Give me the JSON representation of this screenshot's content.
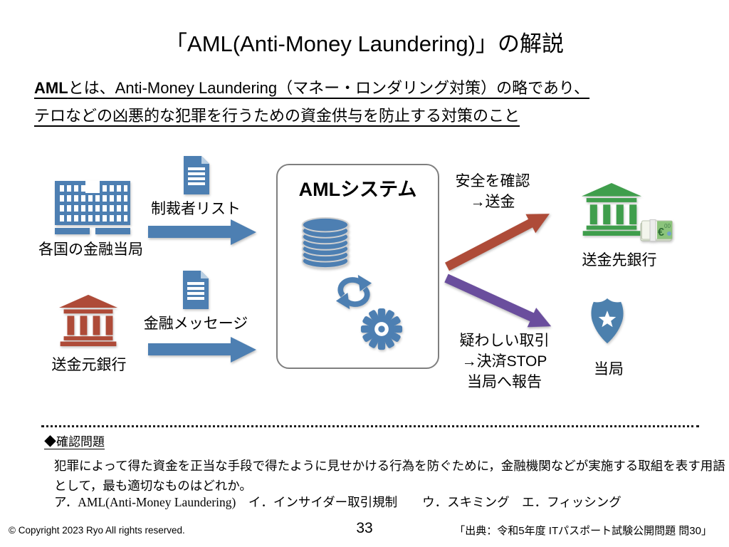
{
  "slide": {
    "title": "「AML(Anti-Money Laundering)」の解説",
    "definition": {
      "term": "AML",
      "line1_rest": "とは、Anti-Money Laundering（マネー・ロンダリング対策）の略であり、",
      "line2": "テロなどの凶悪的な犯罪を行うための資金供与を防止する対策のこと"
    },
    "diagram": {
      "financial_authorities_label": "各国の金融当局",
      "sanctions_list_label": "制裁者リスト",
      "sender_bank_label": "送金元銀行",
      "financial_message_label": "金融メッセージ",
      "aml_system_title": "AMLシステム",
      "safe_flow_line1": "安全を確認",
      "safe_flow_line2": "→送金",
      "destination_bank_label": "送金先銀行",
      "suspicious_flow_line1": "疑わしい取引",
      "suspicious_flow_line2": "→決済STOP",
      "suspicious_flow_line3": "当局へ報告",
      "authority_label": "当局"
    },
    "quiz": {
      "heading": "◆確認問題",
      "question_line1": "犯罪によって得た資金を正当な手段で得たように見せかける行為を防ぐために，金融機関などが実施する取組を表す用語",
      "question_line2": "として，最も適切なものはどれか。",
      "options": "ア．AML(Anti-Money Laundering)　イ．インサイダー取引規制　　ウ．スキミング　エ．フィッシング"
    },
    "footer": {
      "copyright": "© Copyright 2023 Ryo All rights reserved.",
      "page_number": "33",
      "source": "「出典：令和5年度 ITパスポート試験公開問題 問30」"
    },
    "colors": {
      "blue": "#4d7fb2",
      "red": "#ae4b38",
      "green": "#3f9e4c",
      "purple": "#6a4e9d",
      "badge_blue": "#4c80ad"
    }
  }
}
